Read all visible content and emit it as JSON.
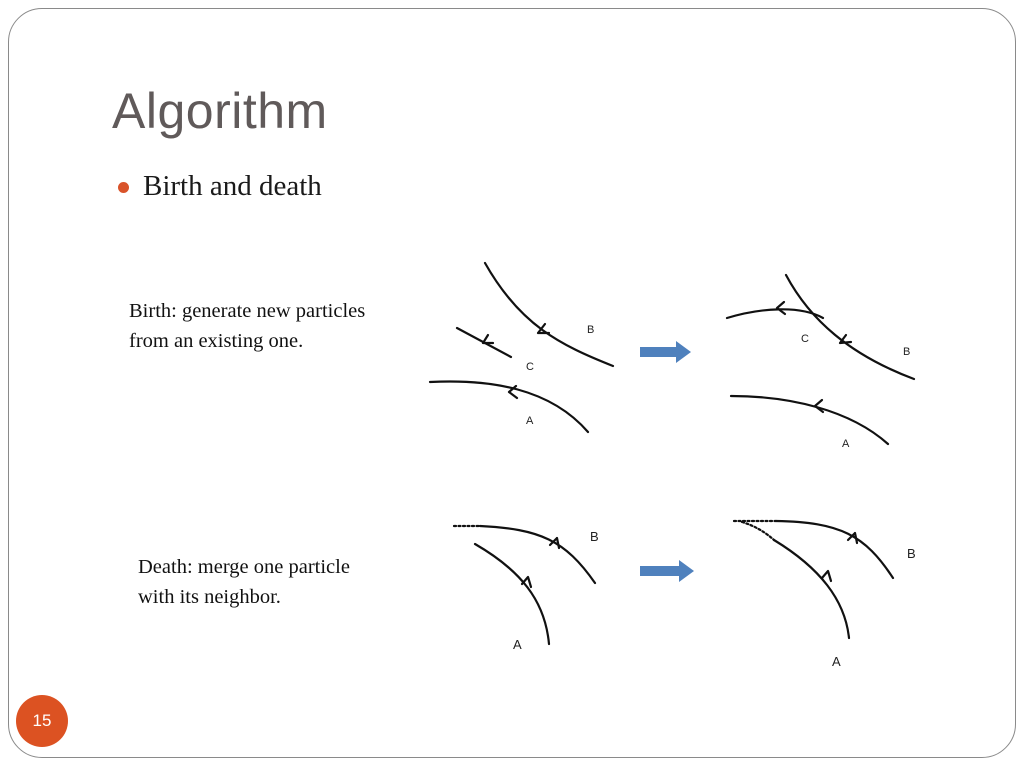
{
  "slide": {
    "title": "Algorithm",
    "bullet": "Birth and death",
    "page_number": "15"
  },
  "birth": {
    "caption_line1": "Birth: generate new particles",
    "caption_line2": "from an existing one.",
    "before_labels": {
      "a": "A",
      "b": "B",
      "c": "C"
    },
    "after_labels": {
      "a": "A",
      "b": "B",
      "c": "C"
    }
  },
  "death": {
    "caption_line1": "Death: merge one particle",
    "caption_line2": "with its neighbor.",
    "before_labels": {
      "a": "A",
      "b": "B"
    },
    "after_labels": {
      "a": "A",
      "b": "B"
    }
  },
  "colors": {
    "accent": "#dc5222",
    "arrow": "#4f81bd",
    "title": "#605a5a",
    "curve": "#111111"
  }
}
